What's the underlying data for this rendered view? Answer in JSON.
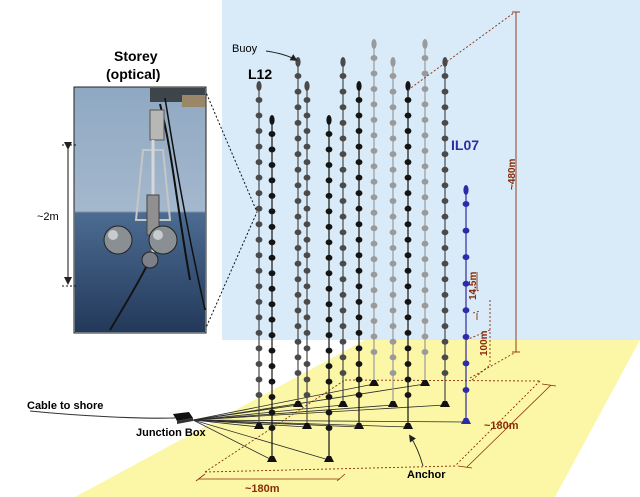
{
  "colors": {
    "sky": "#d9ebf8",
    "sea_floor": "#fbf7a7",
    "dimension": "#8a2c08",
    "il07": "#2c2ca6",
    "line_dark": "#141414",
    "line_mid": "#4a4a4a",
    "line_light": "#9a9a9a",
    "photo_sea": "#3f5f85",
    "photo_sky": "#a9bccf"
  },
  "photo": {
    "title_line1": "Storey",
    "title_line2": "(optical)",
    "height_label": "~2m"
  },
  "labels": {
    "buoy": "Buoy",
    "line_l12": "L12",
    "line_il07": "IL07",
    "cable": "Cable to shore",
    "junction_box": "Junction Box",
    "anchor": "Anchor"
  },
  "dimensions": {
    "height": "~480m",
    "storey_spacing": "14.5m",
    "first_storey": "100m",
    "width_right": "~180m",
    "width_bottom": "~180m"
  },
  "icons": [
    "buoy-icon",
    "anchor-icon",
    "junction-box-icon",
    "optical-module-icon"
  ]
}
